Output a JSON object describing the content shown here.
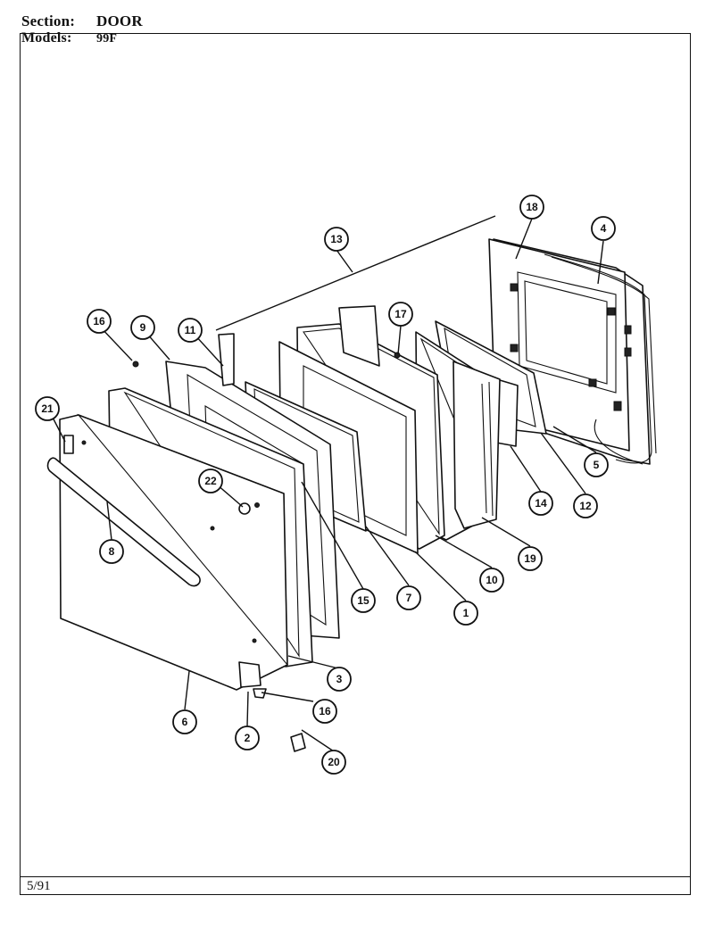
{
  "header": {
    "section_label": "Section:",
    "section_value": "DOOR",
    "models_label": "Models:",
    "models_value": "99F"
  },
  "footer": {
    "date": "5/91"
  },
  "callouts": [
    "18",
    "4",
    "13",
    "17",
    "16",
    "9",
    "11",
    "21",
    "22",
    "8",
    "15",
    "7",
    "1",
    "10",
    "19",
    "14",
    "12",
    "5",
    "3",
    "6",
    "2",
    "16",
    "20"
  ]
}
